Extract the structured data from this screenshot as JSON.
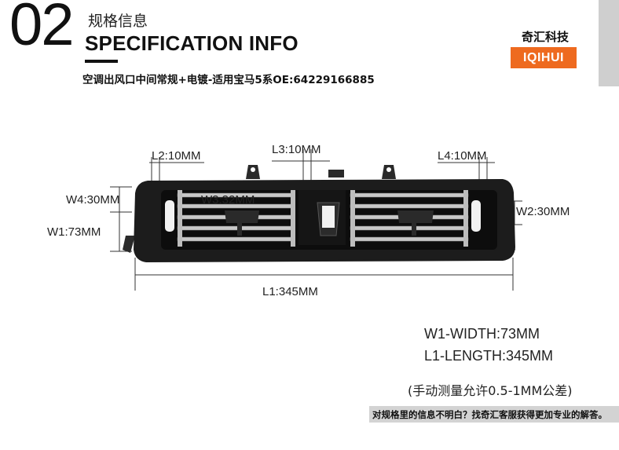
{
  "header": {
    "section_number": "02",
    "title_cn": "规格信息",
    "title_en": "SPECIFICATION INFO",
    "subtitle": "空调出风口中间常规+电镀-适用宝马5系OE:64229166885"
  },
  "brand": {
    "name_cn": "奇汇科技",
    "name_en": "IQIHUI",
    "accent_color": "#ee6a1f"
  },
  "dimensions": {
    "l2": "L2:10MM",
    "l3": "L3:10MM",
    "l4": "L4:10MM",
    "w4": "W4:30MM",
    "w3": "W3:32MM",
    "w2": "W2:30MM",
    "w1": "W1:73MM",
    "l1": "L1:345MM"
  },
  "specs": {
    "width": "W1-WIDTH:73MM",
    "length": "L1-LENGTH:345MM",
    "tolerance": "(手动测量允许0.5-1MM公差)"
  },
  "footer": {
    "help_text": "对规格里的信息不明白？找奇汇客服获得更加专业的解答。"
  }
}
